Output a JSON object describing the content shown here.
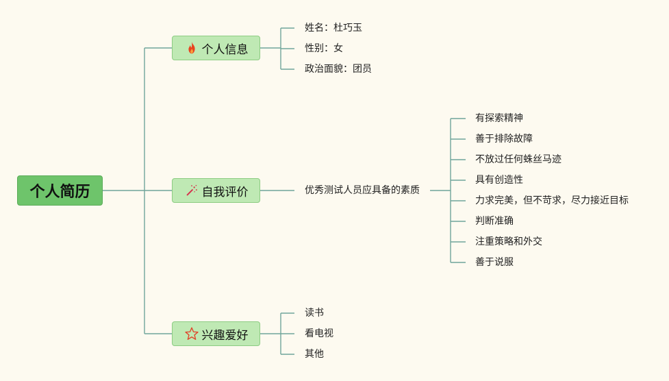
{
  "root": {
    "label": "个人简历"
  },
  "branches": [
    {
      "label": "个人信息",
      "icon": "fire-icon",
      "children": [
        "姓名：杜巧玉",
        "性别：女",
        "政治面貌：团员"
      ]
    },
    {
      "label": "自我评价",
      "icon": "magic-wand-icon",
      "children": [
        "优秀测试人员应具备的素质"
      ],
      "sub_children": [
        "有探索精神",
        "善于排除故障",
        "不放过任何蛛丝马迹",
        "具有创造性",
        "力求完美，但不苛求，尽力接近目标",
        "判断准确",
        "注重策略和外交",
        "善于说服"
      ]
    },
    {
      "label": "兴趣爱好",
      "icon": "star-icon",
      "children": [
        "读书",
        "看电视",
        "其他"
      ]
    }
  ],
  "colors": {
    "background": "#fdfaf0",
    "root_fill": "#6ec46b",
    "branch_fill": "#bfe9b4",
    "connector": "#6fa59a",
    "fire": "#e8431f",
    "wand": "#d6334d",
    "star": "#e0452c"
  }
}
